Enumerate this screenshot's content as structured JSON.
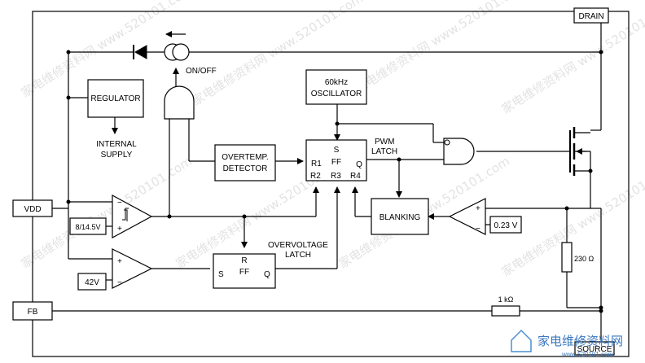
{
  "pins": {
    "drain": "DRAIN",
    "vdd": "VDD",
    "fb": "FB",
    "source": "SOURCE"
  },
  "blocks": {
    "regulator": "REGULATOR",
    "internal_supply_line1": "INTERNAL",
    "internal_supply_line2": "SUPPLY",
    "oscillator_line1": "60kHz",
    "oscillator_line2": "OSCILLATOR",
    "overtemp_line1": "OVERTEMP.",
    "overtemp_line2": "DETECTOR",
    "pwm_latch_line1": "PWM",
    "pwm_latch_line2": "LATCH",
    "blanking": "BLANKING",
    "overvoltage_line1": "OVERVOLTAGE",
    "overvoltage_line2": "LATCH",
    "on_off": "ON/OFF"
  },
  "pwm_ff": {
    "s": "S",
    "ff": "FF",
    "q": "Q",
    "r1": "R1",
    "r2": "R2",
    "r3": "R3",
    "r4": "R4"
  },
  "ov_ff": {
    "r": "R",
    "ff": "FF",
    "s": "S",
    "q": "Q"
  },
  "references": {
    "uvlo": "8/14.5V",
    "ovp": "42V",
    "ocp": "0.23 V"
  },
  "resistors": {
    "r_sense": "230 Ω",
    "r_fb": "1 kΩ"
  },
  "comparator_signs": {
    "plus": "+",
    "minus": "−"
  },
  "watermark": {
    "text": "家电维修资料网 www.520101.com",
    "logo_text": "家电维修资料网",
    "logo_url": "www.520101.com"
  }
}
